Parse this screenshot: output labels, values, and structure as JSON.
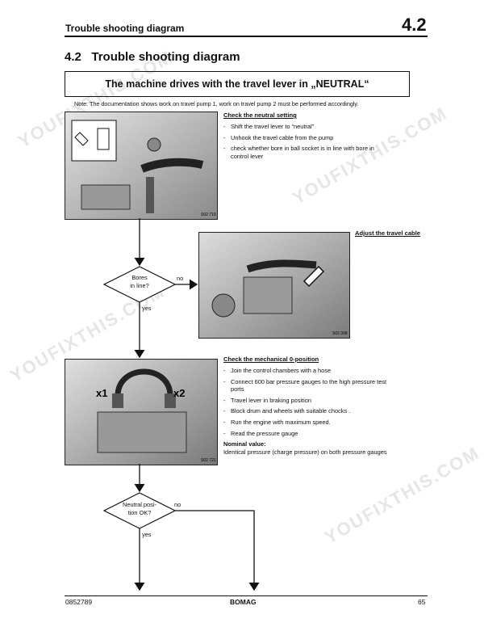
{
  "header": {
    "title": "Trouble shooting diagram",
    "section_number": "4.2"
  },
  "section": {
    "number": "4.2",
    "title": "Trouble shooting diagram",
    "heading": "4.2   Trouble shooting diagram"
  },
  "banner": "The machine drives with the travel lever in „NEUTRAL“",
  "note": "Note: The documentation shows work on travel pump 1, work on travel pump 2 must be performed accordingly.",
  "check_neutral": {
    "heading": "Check the neutral setting",
    "steps": [
      "Shift the travel lever  to “neutral”",
      "Unhook the travel cable  from the pump",
      "check whether bore in ball socket is in line with bore in control lever"
    ],
    "photo_code": "S02 719"
  },
  "adjust_cable": {
    "heading": "Adjust the travel cable",
    "photo_code": "S02 308"
  },
  "decision1": {
    "text_line1": "Bores",
    "text_line2": "in line?",
    "no": "no",
    "yes": "yes"
  },
  "check_mech": {
    "heading": "Check the mechanical 0-position",
    "steps": [
      "Join the control chambers with a hose",
      "Connect 600 bar pressure gauges to the high pressure test ports",
      "Travel lever in braking position",
      "Block drum and wheels with suitable chocks .",
      "Run the engine with maximum speed.",
      "Read the pressure gauge"
    ],
    "nominal_label": "Nominal value:",
    "nominal_text": "Identical pressure (charge pressure) on both pressure gauges",
    "x1": "x1",
    "x2": "x2",
    "photo_code": "S02 721"
  },
  "decision2": {
    "text_line1": "Neutral posi-",
    "text_line2": "tion OK?",
    "no": "no",
    "yes": "yes"
  },
  "footer": {
    "doc_number": "0852789",
    "brand": "BOMAG",
    "page": "65"
  },
  "watermark": {
    "text": "YOUFIXTHIS.COM"
  }
}
